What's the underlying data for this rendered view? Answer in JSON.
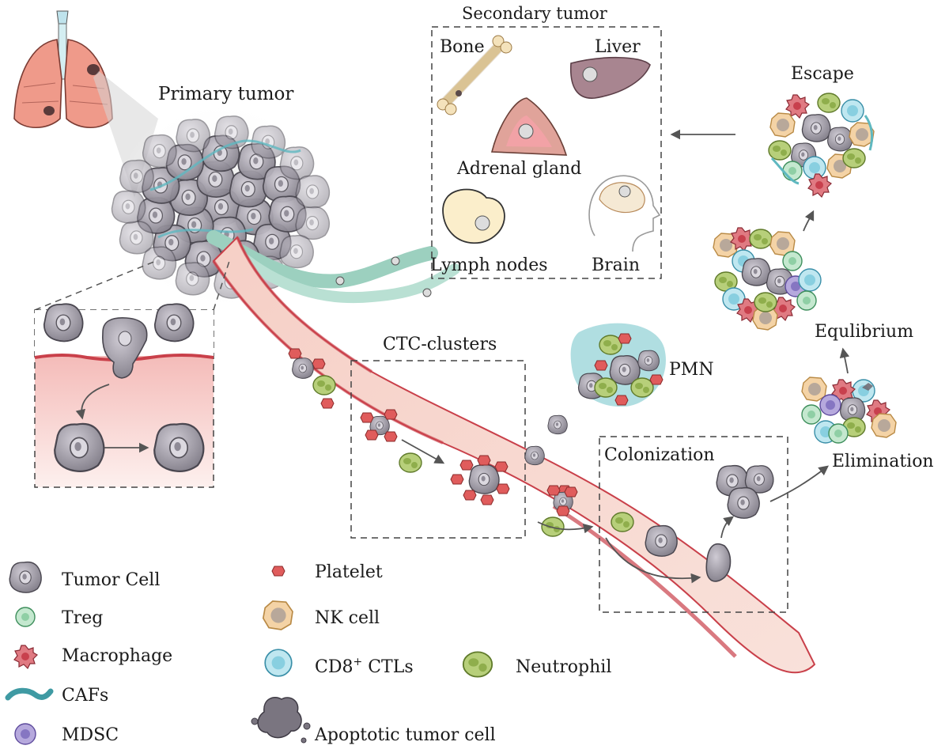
{
  "labels": {
    "primary_tumor": "Primary tumor",
    "secondary_tumor": "Secondary tumor",
    "bone": "Bone",
    "liver": "Liver",
    "adrenal": "Adrenal gland",
    "lymph": "Lymph nodes",
    "brain": "Brain",
    "escape": "Escape",
    "equilibrium": "Equlibrium",
    "elimination": "Elimination",
    "ctc_clusters": "CTC-clusters",
    "pmn": "PMN",
    "colonization": "Colonization"
  },
  "legend": {
    "tumor_cell": "Tumor Cell",
    "treg": "Treg",
    "macrophage": "Macrophage",
    "cafs": "CAFs",
    "mdsc": "MDSC",
    "platelet": "Platelet",
    "nk_cell": "NK cell",
    "cd8_main": "CD8",
    "cd8_sup": "+",
    "cd8_rest": " CTLs",
    "neutrophil": "Neutrophil",
    "apoptotic": "Apoptotic tumor cell"
  },
  "colors": {
    "vessel": "#f3c0b6",
    "vessel_edge": "#c9404a",
    "lymph_vessel": "#a9d6c8",
    "tumor_cell": "#9d9aa3",
    "nucleus": "#d6d3da",
    "treg": "#a8d8b8",
    "macrophage": "#d8555f",
    "caf": "#5fb8c0",
    "mdsc": "#9b8ccf",
    "platelet": "#e05c5c",
    "nk_cell": "#f0c99a",
    "ctl": "#9fd9e6",
    "neutrophil": "#a6c36a",
    "lung": "#ef9a8a"
  }
}
